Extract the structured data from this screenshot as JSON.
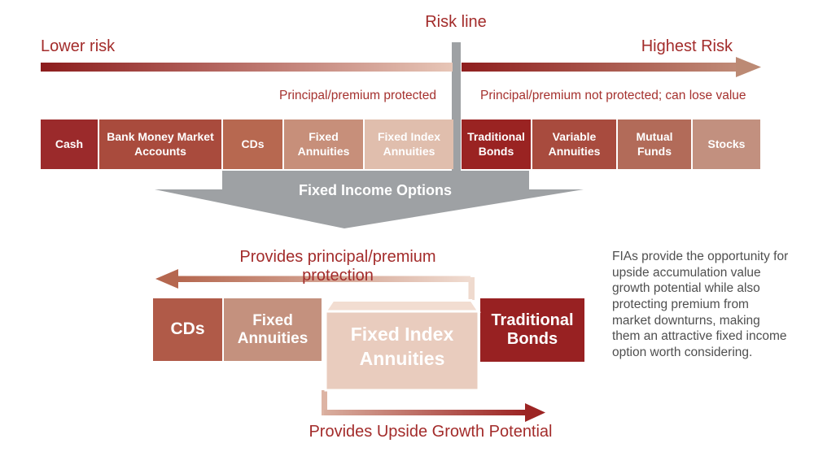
{
  "header": {
    "risk_line": "Risk line",
    "lower_risk": "Lower risk",
    "highest_risk": "Highest Risk",
    "protected": "Principal/premium protected",
    "not_protected": "Principal/premium not protected; can lose value"
  },
  "row1": [
    "Cash",
    "Bank Money Market Accounts",
    "CDs",
    "Fixed Annuities",
    "Fixed Index Annuities",
    "Traditional Bonds",
    "Variable Annuities",
    "Mutual Funds",
    "Stocks"
  ],
  "funnel": {
    "label": "Fixed Income Options"
  },
  "detail": {
    "protection_arrow": "Provides principal/premium protection",
    "growth_arrow": "Provides Upside Growth Potential",
    "boxes": {
      "cds": "CDs",
      "fixed_annuities": "Fixed Annuities",
      "fia": "Fixed Index Annuities",
      "traditional_bonds": "Traditional Bonds"
    },
    "note": "FIAs provide the opportunity for upside accumulation value growth potential while also protecting premium from market downturns, making them an attractive fixed income option worth considering."
  },
  "colors": {
    "label_red": "#A32C2B",
    "arrow_dark_red": "#8C1C1C",
    "arrow_light_pink": "#E7C6B7",
    "gray": "#9EA1A4",
    "row1": [
      "#9B2A2B",
      "#A94B3D",
      "#B76850",
      "#C78F7A",
      "#E0BEAD",
      "#9A2322",
      "#A84B3E",
      "#B26B59",
      "#C2907F"
    ],
    "row2_cds": "#B05A48",
    "row2_fixed_annuities": "#C4917E",
    "row2_fia_front": "#E9CCBE",
    "row2_fia_top": "#F2DDD1",
    "row2_traditional_bonds": "#982122",
    "note_text": "#4F4F4F"
  }
}
